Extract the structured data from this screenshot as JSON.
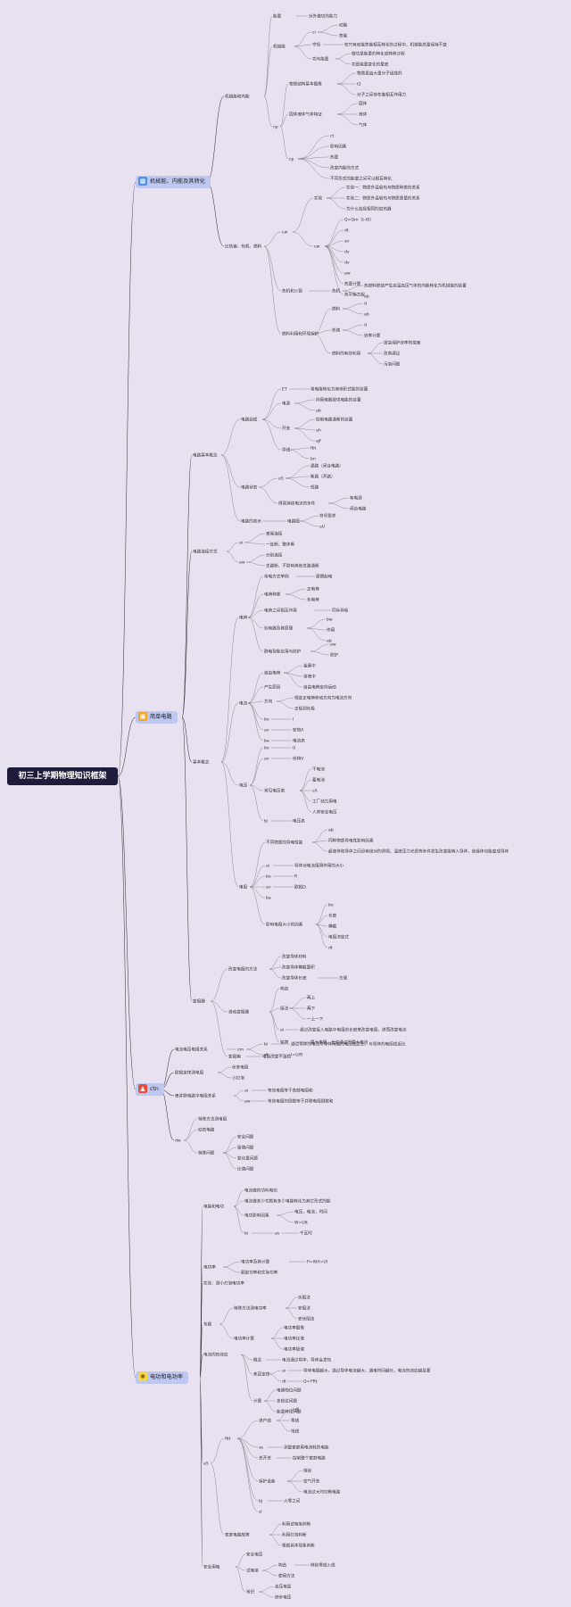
{
  "root": "初三上学期物理知识框架",
  "icons": {
    "cat1": "chart-icon",
    "cat2": "box-icon",
    "cat3": "fire-icon",
    "cat4": "bulb-icon"
  },
  "colors": {
    "background": "#e8e1f0",
    "root": "#1e1c3a",
    "category": "#bdc7f0"
  },
  "categories": [
    {
      "label": "机械能、内能及其转化",
      "icon": "▦"
    },
    {
      "label": "简单电路",
      "icon": "▣"
    },
    {
      "label": "ctn",
      "icon": "▲"
    },
    {
      "label": "电功和电功率",
      "icon": "✺"
    }
  ],
  "c1": {
    "s1": "机械能和内能",
    "s1a": "能量",
    "s1a1": "对外做功的能力",
    "s1b": "机械能",
    "s1b1": "ci",
    "s1b1a": "动能",
    "s1b1b": "势能",
    "s1b2": "守恒",
    "s1b2a": "在只有动能势能相互转化的过程中，机械能总量保持不变",
    "s1b3": "功与能量",
    "s1b3a": "做功是能量的转化或转移过程",
    "s1b3b": "功是能量变化的量度",
    "s1c": "np",
    "s1c1": "物质结构基本图像",
    "s1c1a": "物质是由大量分子组成的",
    "s1c1b": "t2",
    "s1c1c": "分子之间存在着相互作用力",
    "s1c2": "固体液体气体特征",
    "s1c2a": "固体",
    "s1c2b": "液体",
    "s1c2c": "气体",
    "s1c3": "cp",
    "s1c3a": "ct",
    "s1c3b": "影响因素",
    "s1c3c": "热量",
    "s1c3d": "改变内能的方式",
    "s1c3e": "不同形式的能量之间可以相互转化",
    "s2": "比热容、热机、燃料",
    "s2a": "cw",
    "s2a1": "实验",
    "s2a1a": "实验一：物质升温吸热与物质种类的关系",
    "s2a1b": "实验二：物质升温吸热与物质质量的关系",
    "s2a1c": "为什么选择相同的加热器",
    "s2a2": "cw",
    "s2a2a": "Q=Qm（t-t0）",
    "s2a2b": "dt",
    "s2a2c": "av",
    "s2a2d": "dv",
    "s2a2e": "dv",
    "s2a2f": "aw",
    "s2a2g": "热量计算",
    "s2a2h": "热平衡方程",
    "s2b": "热机和火箭",
    "s2b1": "热机",
    "s2b1a": "热燃料燃烧产生高温高压气体的内能转化为机械能的装置",
    "s2b1b": "ab",
    "s2c": "燃料利用和环境保护",
    "s2c1": "燃料",
    "s2c1a": "d",
    "s2c1b": "ab",
    "s2c2": "热值",
    "s2c2a": "d",
    "s2c2b": "效率计算",
    "s2c3": "燃料的有效利用",
    "s2c3a": "提高保护效率的措施",
    "s2c3b": "改善建议",
    "s2c3c": "污染问题"
  },
  "c2": {
    "b1": "电路基本概念",
    "b1a": "电路组成",
    "b1a1": "ET",
    "b1a1a": "将电能转化为其他形式能的装置",
    "b1a2": "电源",
    "b1a2a": "向用电器提供电能的装置",
    "b1a2b": "ab",
    "b1a3": "开关",
    "b1a3a": "控制电路通断的装置",
    "b1a3b": "ah",
    "b1a3c": "ajf",
    "b1a4": "导线",
    "b1a4a": "fbt",
    "b1a4b": "bn",
    "b1b": "电路状态",
    "b1b1": "a5",
    "b1b1a": "通路（闭合电路）",
    "b1b1b": "断路（开路）",
    "b1b1c": "短路",
    "b1b2": "得到持续电流的条件",
    "b1b2a": "有电源",
    "b1b2b": "闭合电路",
    "b1c": "电路的表示",
    "b1c1": "电路图",
    "b1c1a": "符号要求",
    "b1c1b": "aU",
    "b2": "电路连接方式",
    "b2a": "ai",
    "b2a1": "首尾连接",
    "b2a2": "一处断，整体断",
    "b2b": "aw",
    "b2b1": "分别连接",
    "b2b2": "支路断，不影响其他支路通断",
    "b3": "基本概念",
    "b3a": "电荷",
    "b3a1": "带电方式举例",
    "b3a1a": "摩擦起电",
    "b3a2": "电荷种类",
    "b3a2a": "正电荷",
    "b3a2b": "负电荷",
    "b3a3": "电荷之间相互作用",
    "b3a3a": "同斥异吸",
    "b3a4": "验电器及其原理",
    "b3a4a": "bw",
    "b3a4b": "作用",
    "b3a4c": "ab",
    "b3a5": "静电现象应用与防护",
    "b3a5a": "aw",
    "b3a5b": "防护",
    "b3b": "电流",
    "b3b1": "自由电荷",
    "b3b1a": "金属中",
    "b3b1b": "溶液中",
    "b3b1c": "自由电荷定向运动",
    "b3b2": "产生原因",
    "b3b3": "方向",
    "b3b3a": "规定正电荷移动方向为电流方向",
    "b3b3b": "正极到负极",
    "b3b4": "bo",
    "b3b4a": "I",
    "b3b5": "av",
    "b3b5a": "安培A",
    "b3b6": "ba",
    "b3b6a": "电流表",
    "b3c": "电压",
    "b3c1": "bo",
    "b3c1a": "U",
    "b3c2": "av",
    "b3c2a": "伏特V",
    "b3c3": "常见电压值",
    "b3c3a": "干电池",
    "b3c3b": "蓄电池",
    "b3c3c": "cA",
    "b3c3d": "工厂动力用电",
    "b3c3e": "人体安全电压",
    "b3c4": "bi",
    "b3c4a": "电压表",
    "b3d": "电阻",
    "b3d1": "不同物质的导电性能",
    "b3d1a": "ab",
    "b3d1b": "同种物质导电性影响因素",
    "b3d1c": "超速体和导体之间没有绝对的界限，温度压力光照等条件发生改变能转入导体，绝缘体也能变成导体",
    "b3d2": "ai",
    "b3d2a": "导体对电流阻碍作用的大小",
    "b3d3": "bo",
    "b3d3a": "R",
    "b3d4": "av",
    "b3d4a": "欧姆Ω",
    "b3d5": "ba",
    "b3d6": "影响电阻大小的因素",
    "b3d6a": "bo",
    "b3d6b": "长度",
    "b3d6c": "横截",
    "b3d6d": "电阻决定式",
    "b3d6e": "dt",
    "b4": "变阻器",
    "b4a": "改变电阻的方法",
    "b4a1": "改变导体材料",
    "b4a2": "改变导体横截面积",
    "b4a3": "改变导体长度",
    "b4a3a": "方便",
    "b4b": "滑动变阻器",
    "b4b1": "构造",
    "b4b2": "接法",
    "b4b2a": "两上",
    "b4b2b": "两下",
    "b4b2c": "一上一下",
    "b4b3": "ai",
    "b4b3a": "通过改变接入电路中电阻的长度来改变电阻，进而改变电流",
    "b4b4": "铭牌",
    "b4b4a": "最大电阻，允许通过的最大电流",
    "b4c": "变阻箱",
    "b4c1": "电阻改变不连续"
  },
  "c3": {
    "d1": "电流电压电阻关系",
    "d1a": "cm",
    "d1a1": "bi",
    "d1a1a": "通过导体的电流与导体两端的电压成正比，与导体的电阻成反比",
    "d1a2": "dt",
    "d1a2a": "I=U/R",
    "d2": "欧姆定律测电阻",
    "d2a": "伏安电阻",
    "d2b": "小灯泡",
    "d3": "串并联电路中电阻关系",
    "d3a": "ai",
    "d3a1": "等效电阻等于各部电阻和",
    "d3b": "aw",
    "d3b1": "等效电阻的倒数等于并联电阻倒数和",
    "d4": "dw",
    "d4a": "特殊方法测电阻",
    "d4b": "动态电路",
    "d4c": "特殊问题",
    "d4c1": "安全问题",
    "d4c2": "极值问题",
    "d4c3": "变化量问题",
    "d4c4": "比值问题"
  },
  "c4": {
    "e1": "电能和电功",
    "e1a": "电流做的功叫电功",
    "e1b": "电流做多少功就有多少电能转化为其它形式的能",
    "e1c": "电功影响因素",
    "e1c1": "电压，电流，时间",
    "e1c2": "W=UIt",
    "e1d": "bi",
    "e1d1": "av",
    "e1d1a": "千瓦时",
    "e2": "电功率",
    "e2a": "电功率及其计算",
    "e2a1": "P=W/t=UI",
    "e2b": "额定功率和实际功率",
    "e3": "实验：测小灯泡电功率",
    "e4": "专题",
    "e4a": "特殊方法测电功率",
    "e4a1": "伏阻法",
    "e4a2": "安阻法",
    "e4a3": "安伏阻法",
    "e4b": "电功率计算",
    "e4b1": "电功率图像",
    "e4b2": "电功率比值",
    "e4b3": "电功率极值",
    "e5": "电流的热效应",
    "e5a": "概念",
    "e5a1": "电流通过导体，导体会发热",
    "e5b": "焦耳定律",
    "e5b1": "ai",
    "e5b1a": "导体电阻越大，通过导体电流越大，通电时间越长，电流热效应越显著",
    "e5b2": "dt",
    "e5b2a": "Q=I²Rt",
    "e5c": "计算",
    "e5c1": "电器档位问题",
    "e5c2": "多挡位问题",
    "e5c3": "能量转化问题",
    "e6": "a5",
    "e6a": "fbt",
    "e6a1": "进户线",
    "e6a1a": "火线",
    "e6a1b": "零线",
    "e6a1c": "地线",
    "e6a2": "ac",
    "e6a2a": "测量家庭用电消耗的电能",
    "e6a3": "总开关",
    "e6a3a": "控制整个家庭电路",
    "e6a4": "保护设备",
    "e6a4a": "熔丝",
    "e6a4b": "空气开关",
    "e6a4c": "电流过大时切断电路",
    "e6a5": "bj",
    "e6a5a": "火零之间",
    "e6a6": "sl",
    "e6b": "家庭电路故障",
    "e6b1": "利用试电笔判断",
    "e6b2": "利用灯泡判断",
    "e6b3": "根据具体现象判断",
    "e7": "安全用电",
    "e7a": "安全电压",
    "e7b": "试电笔",
    "e7b1": "构造",
    "e7b1a": "辨别零线火线",
    "e7b2": "使用方法",
    "e7c": "常识",
    "e7c1": "高压电弧",
    "e7c2": "跨步电压"
  }
}
